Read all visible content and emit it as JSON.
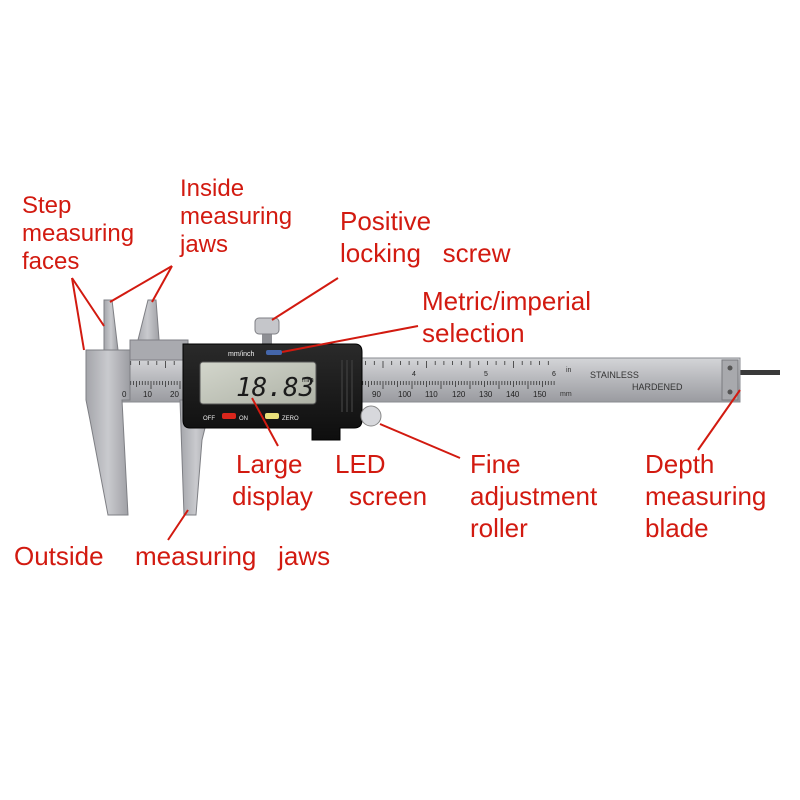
{
  "labels": {
    "step_faces": [
      "Step",
      "measuring",
      "faces"
    ],
    "inside_jaws": [
      "Inside",
      "measuring",
      "jaws"
    ],
    "locking_screw": [
      "Positive",
      "locking   screw"
    ],
    "metric_imperial": [
      "Metric/imperial",
      "selection"
    ],
    "large_display": [
      "Large",
      "display"
    ],
    "led_screen": [
      "LED",
      "screen"
    ],
    "fine_roller": [
      "Fine",
      "adjustment",
      "roller"
    ],
    "depth_blade": [
      "Depth",
      "measuring",
      "blade"
    ],
    "outside_jaws_1": "Outside",
    "outside_jaws_2": "measuring   jaws"
  },
  "device": {
    "readout": "18.83",
    "readout_unit": "mm",
    "unit_toggle": "mm/inch",
    "btn_off": "OFF",
    "btn_on": "ON",
    "btn_zero": "ZERO",
    "scale_metric_ticks": [
      "0",
      "10",
      "20",
      "90",
      "100",
      "110",
      "120",
      "130",
      "140",
      "150"
    ],
    "scale_inch_ticks": [
      "4",
      "5",
      "6"
    ],
    "scale_inch_unit": "in",
    "scale_mm_unit": "mm",
    "brand_line1": "STAINLESS",
    "brand_line2": "HARDENED"
  },
  "colors": {
    "label_red": "#d21a10",
    "steel": "#b9babd",
    "body_black": "#1a1a1a",
    "lcd": "#c4c8bd"
  }
}
